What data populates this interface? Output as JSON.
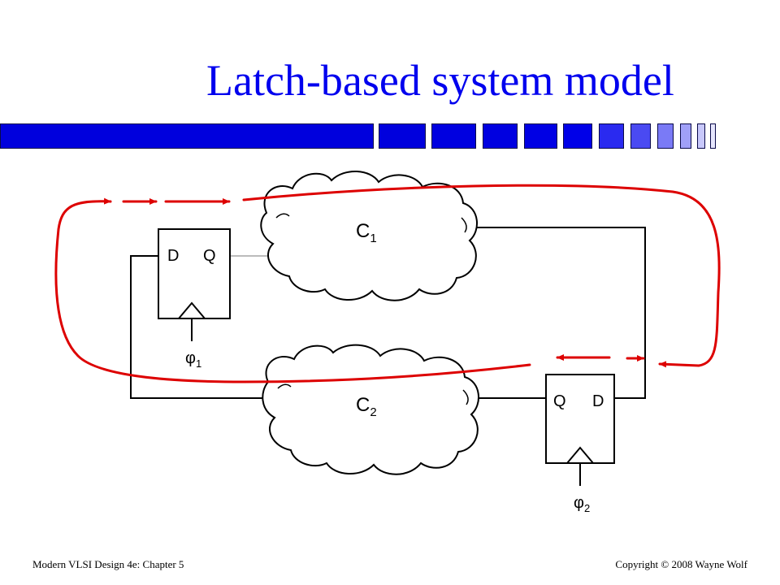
{
  "slide": {
    "title": "Latch-based system model",
    "footer_left": "Modern VLSI Design 4e: Chapter 5",
    "footer_right": "Copyright © 2008 Wayne Wolf"
  },
  "diagram": {
    "latch_top": {
      "d": "D",
      "q": "Q",
      "clock_symbol": "φ",
      "clock_index": "1"
    },
    "latch_bottom": {
      "d": "D",
      "q": "Q",
      "clock_symbol": "φ",
      "clock_index": "2"
    },
    "cloud_top": {
      "letter": "C",
      "index": "1"
    },
    "cloud_bottom": {
      "letter": "C",
      "index": "2"
    }
  },
  "colors": {
    "title": "#0000ee",
    "bar_blue": "#0000dd",
    "arrow_red": "#dd0000",
    "wire": "#000000"
  }
}
